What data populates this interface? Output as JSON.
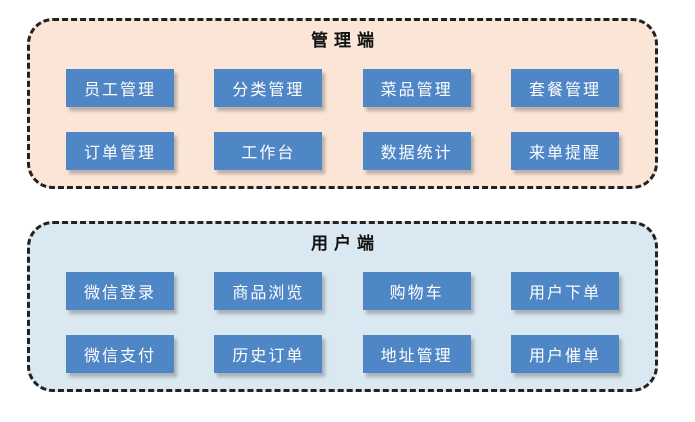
{
  "diagram": {
    "colors": {
      "admin_panel_fill": "#FBE5D6",
      "user_panel_fill": "#D9E8F1",
      "module_button_fill": "#4F86C6",
      "module_button_text": "#FFFFFF",
      "border": "#222222",
      "page_background": "#FFFFFF"
    },
    "panels": [
      {
        "id": "admin",
        "title": "管理端",
        "buttons": [
          "员工管理",
          "分类管理",
          "菜品管理",
          "套餐管理",
          "订单管理",
          "工作台",
          "数据统计",
          "来单提醒"
        ]
      },
      {
        "id": "user",
        "title": "用户端",
        "buttons": [
          "微信登录",
          "商品浏览",
          "购物车",
          "用户下单",
          "微信支付",
          "历史订单",
          "地址管理",
          "用户催单"
        ]
      }
    ]
  }
}
